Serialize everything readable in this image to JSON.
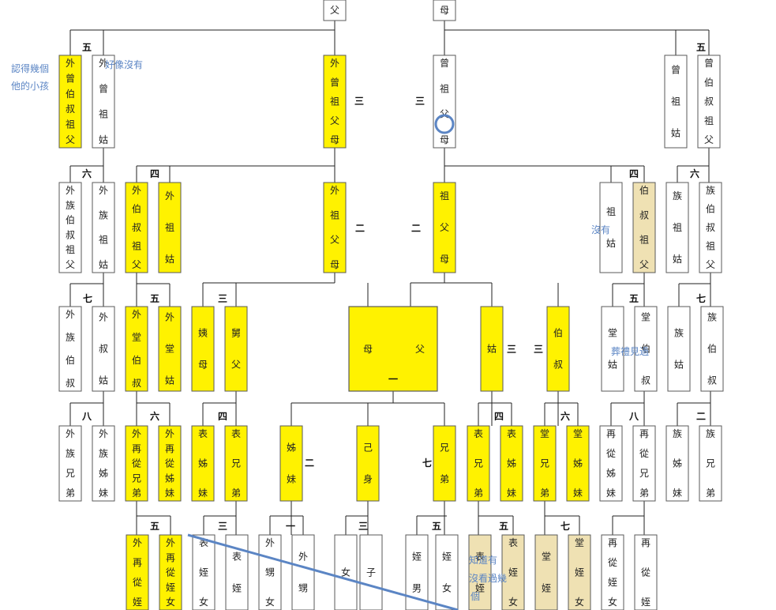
{
  "colors": {
    "highlight": "#fff200",
    "beige": "#efe1b3",
    "plain": "#ffffff",
    "border": "#5a5a5a",
    "line": "#222222",
    "annotation": "#5b85c4"
  },
  "boxes": [
    {
      "id": "top-f",
      "label": "父",
      "color": "plain"
    },
    {
      "id": "top-m",
      "label": "母",
      "color": "plain"
    },
    {
      "id": "r1-a",
      "label": "外曾伯叔祖父",
      "color": "highlight"
    },
    {
      "id": "r1-b",
      "label": "外曾祖姑",
      "color": "plain"
    },
    {
      "id": "r1-c",
      "label": "外曾祖父母",
      "color": "highlight"
    },
    {
      "id": "r1-d",
      "label": "曾祖父母",
      "color": "plain"
    },
    {
      "id": "r1-e",
      "label": "曾祖姑",
      "color": "plain"
    },
    {
      "id": "r1-f",
      "label": "曾伯叔祖父",
      "color": "plain"
    },
    {
      "id": "r2-a",
      "label": "外族伯叔祖父",
      "color": "plain"
    },
    {
      "id": "r2-b",
      "label": "外族祖姑",
      "color": "plain"
    },
    {
      "id": "r2-c",
      "label": "外伯叔祖父",
      "color": "highlight"
    },
    {
      "id": "r2-d",
      "label": "外祖姑",
      "color": "highlight"
    },
    {
      "id": "r2-e",
      "label": "外祖父母",
      "color": "highlight"
    },
    {
      "id": "r2-f",
      "label": "祖父母",
      "color": "highlight"
    },
    {
      "id": "r2-g",
      "label": "祖姑",
      "color": "plain"
    },
    {
      "id": "r2-h",
      "label": "伯叔祖父",
      "color": "beige"
    },
    {
      "id": "r2-i",
      "label": "族祖姑",
      "color": "plain"
    },
    {
      "id": "r2-j",
      "label": "族伯叔祖父",
      "color": "plain"
    },
    {
      "id": "r3-a",
      "label": "外族伯叔",
      "color": "plain"
    },
    {
      "id": "r3-b",
      "label": "外叔姑",
      "color": "plain"
    },
    {
      "id": "r3-c",
      "label": "外堂伯叔",
      "color": "highlight"
    },
    {
      "id": "r3-d",
      "label": "外堂姑",
      "color": "highlight"
    },
    {
      "id": "r3-e",
      "label": "姨母",
      "color": "highlight"
    },
    {
      "id": "r3-f",
      "label": "舅父",
      "color": "highlight"
    },
    {
      "id": "r3-g",
      "label": "姑",
      "color": "highlight"
    },
    {
      "id": "r3-h",
      "label": "伯叔",
      "color": "highlight"
    },
    {
      "id": "r3-i",
      "label": "堂姑",
      "color": "plain"
    },
    {
      "id": "r3-j",
      "label": "堂伯叔",
      "color": "plain"
    },
    {
      "id": "r3-k",
      "label": "族姑",
      "color": "plain"
    },
    {
      "id": "r3-l",
      "label": "族伯叔",
      "color": "plain"
    },
    {
      "id": "r4-a",
      "label": "外族兄弟",
      "color": "plain"
    },
    {
      "id": "r4-b",
      "label": "外族姊妹",
      "color": "plain"
    },
    {
      "id": "r4-c",
      "label": "外再從兄弟",
      "color": "highlight"
    },
    {
      "id": "r4-d",
      "label": "外再從姊妹",
      "color": "highlight"
    },
    {
      "id": "r4-e",
      "label": "表姊妹",
      "color": "highlight"
    },
    {
      "id": "r4-f",
      "label": "表兄弟",
      "color": "highlight"
    },
    {
      "id": "r4-g",
      "label": "姊妹",
      "color": "highlight"
    },
    {
      "id": "r4-h",
      "label": "己身",
      "color": "highlight"
    },
    {
      "id": "r4-i",
      "label": "兄弟",
      "color": "highlight"
    },
    {
      "id": "r4-j",
      "label": "表兄弟",
      "color": "highlight"
    },
    {
      "id": "r4-k",
      "label": "表姊妹",
      "color": "highlight"
    },
    {
      "id": "r4-l",
      "label": "堂兄弟",
      "color": "highlight"
    },
    {
      "id": "r4-m",
      "label": "堂姊妹",
      "color": "highlight"
    },
    {
      "id": "r4-n",
      "label": "再從姊妹",
      "color": "plain"
    },
    {
      "id": "r4-o",
      "label": "再從兄弟",
      "color": "plain"
    },
    {
      "id": "r4-p",
      "label": "族姊妹",
      "color": "plain"
    },
    {
      "id": "r4-q",
      "label": "族兄弟",
      "color": "plain"
    },
    {
      "id": "r5-a",
      "label": "外再從姪",
      "color": "highlight"
    },
    {
      "id": "r5-b",
      "label": "外再從姪女",
      "color": "highlight"
    },
    {
      "id": "r5-c",
      "label": "表姪女",
      "color": "plain"
    },
    {
      "id": "r5-d",
      "label": "表姪",
      "color": "plain"
    },
    {
      "id": "r5-e",
      "label": "外甥女",
      "color": "plain"
    },
    {
      "id": "r5-f",
      "label": "外甥",
      "color": "plain"
    },
    {
      "id": "r5-g",
      "label": "女",
      "color": "plain"
    },
    {
      "id": "r5-h",
      "label": "子",
      "color": "plain"
    },
    {
      "id": "r5-i",
      "label": "姪男",
      "color": "plain"
    },
    {
      "id": "r5-j",
      "label": "姪女",
      "color": "plain"
    },
    {
      "id": "r5-k",
      "label": "表姪",
      "color": "beige"
    },
    {
      "id": "r5-l",
      "label": "表姪女",
      "color": "beige"
    },
    {
      "id": "r5-m",
      "label": "堂姪",
      "color": "beige"
    },
    {
      "id": "r5-n",
      "label": "堂姪女",
      "color": "beige"
    },
    {
      "id": "r5-o",
      "label": "再從姪女",
      "color": "plain"
    },
    {
      "id": "r5-p",
      "label": "再從姪",
      "color": "plain"
    }
  ],
  "center": {
    "mother": "母",
    "father": "父",
    "degree": "一"
  },
  "degree_labels": [
    "五",
    "五",
    "三",
    "三",
    "六",
    "四",
    "四",
    "六",
    "二",
    "二",
    "七",
    "五",
    "三",
    "五",
    "七",
    "三",
    "三",
    "八",
    "六",
    "四",
    "四",
    "六",
    "八",
    "二",
    "二",
    "七",
    "五",
    "三",
    "一",
    "三",
    "五",
    "五",
    "七"
  ],
  "annotations": [
    {
      "text": "認得幾個"
    },
    {
      "text": "他的小孩"
    },
    {
      "text": "好像沒有"
    },
    {
      "text": "沒有"
    },
    {
      "text": "葬禮見過"
    },
    {
      "text": "知道有"
    },
    {
      "text": "沒看過幾"
    },
    {
      "text": "個"
    }
  ]
}
